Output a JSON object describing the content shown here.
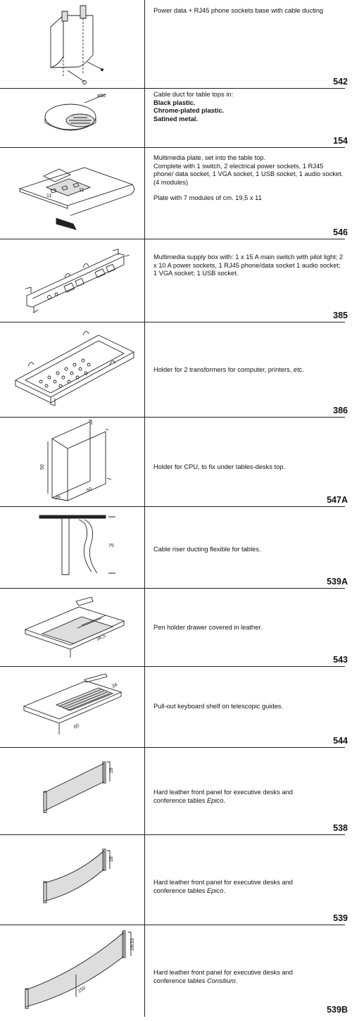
{
  "items": [
    {
      "code": "542",
      "lines": [
        "Power data + RJ45 phone sockets  base with cable ducting"
      ]
    },
    {
      "code": "154",
      "lines": [
        "Cable duct for table tops in:"
      ],
      "bold": [
        "Black plastic.",
        "Chrome-plated plastic.",
        "Satined metal."
      ],
      "dim": "ø50"
    },
    {
      "code": "546",
      "lines": [
        "Multimedia plate, set into the table top.",
        "Complete with 1 switch, 2 electrical power sockets, 1 RJ45 phone/ data socket, 1 VGA socket, 1 USB socket, 1 audio socket. (4 modules)"
      ],
      "extra": "Plate with 7 modules of cm. 19,5 x 11",
      "dim1": "11",
      "dim2": "11"
    },
    {
      "code": "385",
      "lines": [
        "Multimedia supply box with: 1 x 15 A main switch with pilot light; 2 x 10 A power sockets, 1 RJ45 phone/data socket 1 audio socket;",
        "1 VGA socket; 1 USB socket."
      ]
    },
    {
      "code": "386",
      "lines": [
        "Holder for 2 transformers for computer, printers, etc."
      ]
    },
    {
      "code": "547A",
      "lines": [
        "Holder for CPU, to fix under tables-desks top."
      ],
      "dim_h": "50",
      "dim_d": "25",
      "dim_w": "50"
    },
    {
      "code": "539A",
      "lines": [
        "Cable riser ducting flexible for tables."
      ],
      "dim": "75"
    },
    {
      "code": "543",
      "lines": [
        "Pen holder drawer covered in leather."
      ],
      "dim": "34,5"
    },
    {
      "code": "544",
      "lines": [
        "Pull-out keyboard shelf on telescopic guides."
      ],
      "dim1": "34",
      "dim2": "65"
    },
    {
      "code": "538",
      "lines": [
        "Hard leather front panel for executive desks and"
      ],
      "pre": "conference tables ",
      "ital": "Epico",
      "post": ".",
      "dim": "28"
    },
    {
      "code": "539",
      "lines": [
        "Hard leather front panel for executive desks and"
      ],
      "pre": "conference tables ",
      "ital": "Epico",
      "post": ".",
      "dim": "28"
    },
    {
      "code": "539B",
      "lines": [
        "Hard leather front panel for executive desks and"
      ],
      "pre": "conference tables ",
      "ital": "Consilium",
      "post": ".",
      "dim1": "28/33",
      "dim2": "150"
    }
  ]
}
